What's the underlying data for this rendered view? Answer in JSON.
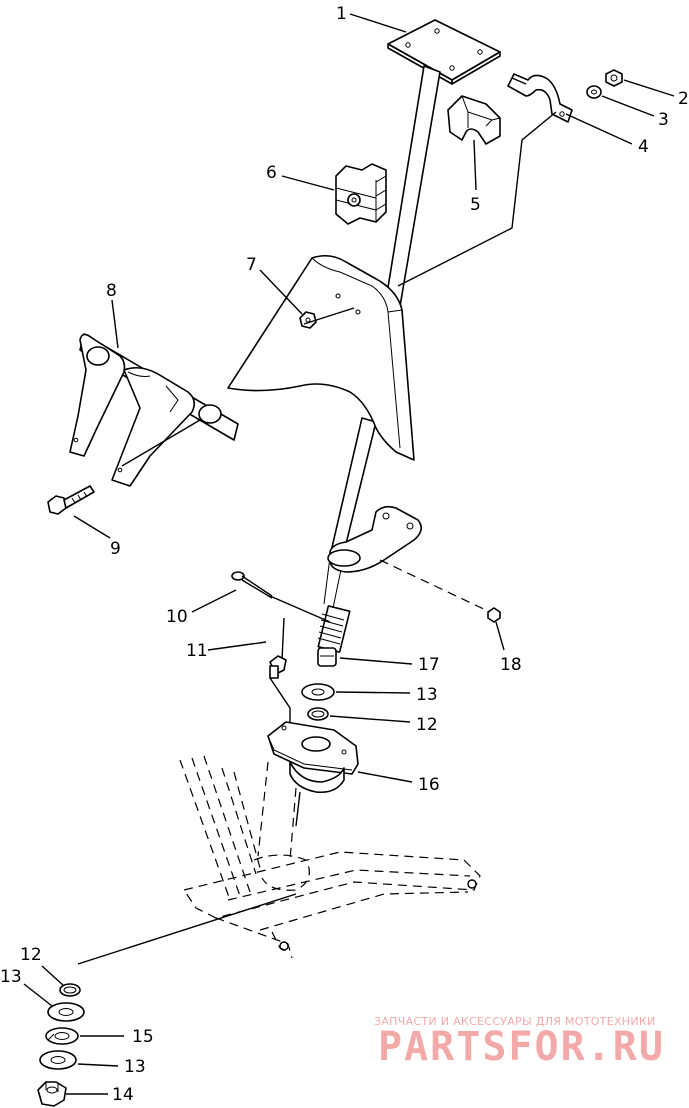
{
  "callouts": [
    "1",
    "2",
    "3",
    "4",
    "5",
    "6",
    "7",
    "8",
    "9",
    "10",
    "11",
    "17",
    "18",
    "13",
    "12",
    "16",
    "12",
    "13",
    "15",
    "13",
    "14"
  ],
  "watermark": {
    "tagline": "ЗАПЧАСТИ И АКСЕССУАРЫ ДЛЯ МОТОТЕХНИКИ",
    "brand": "PARTSFOR.RU",
    "color": "#f4a9a9"
  }
}
